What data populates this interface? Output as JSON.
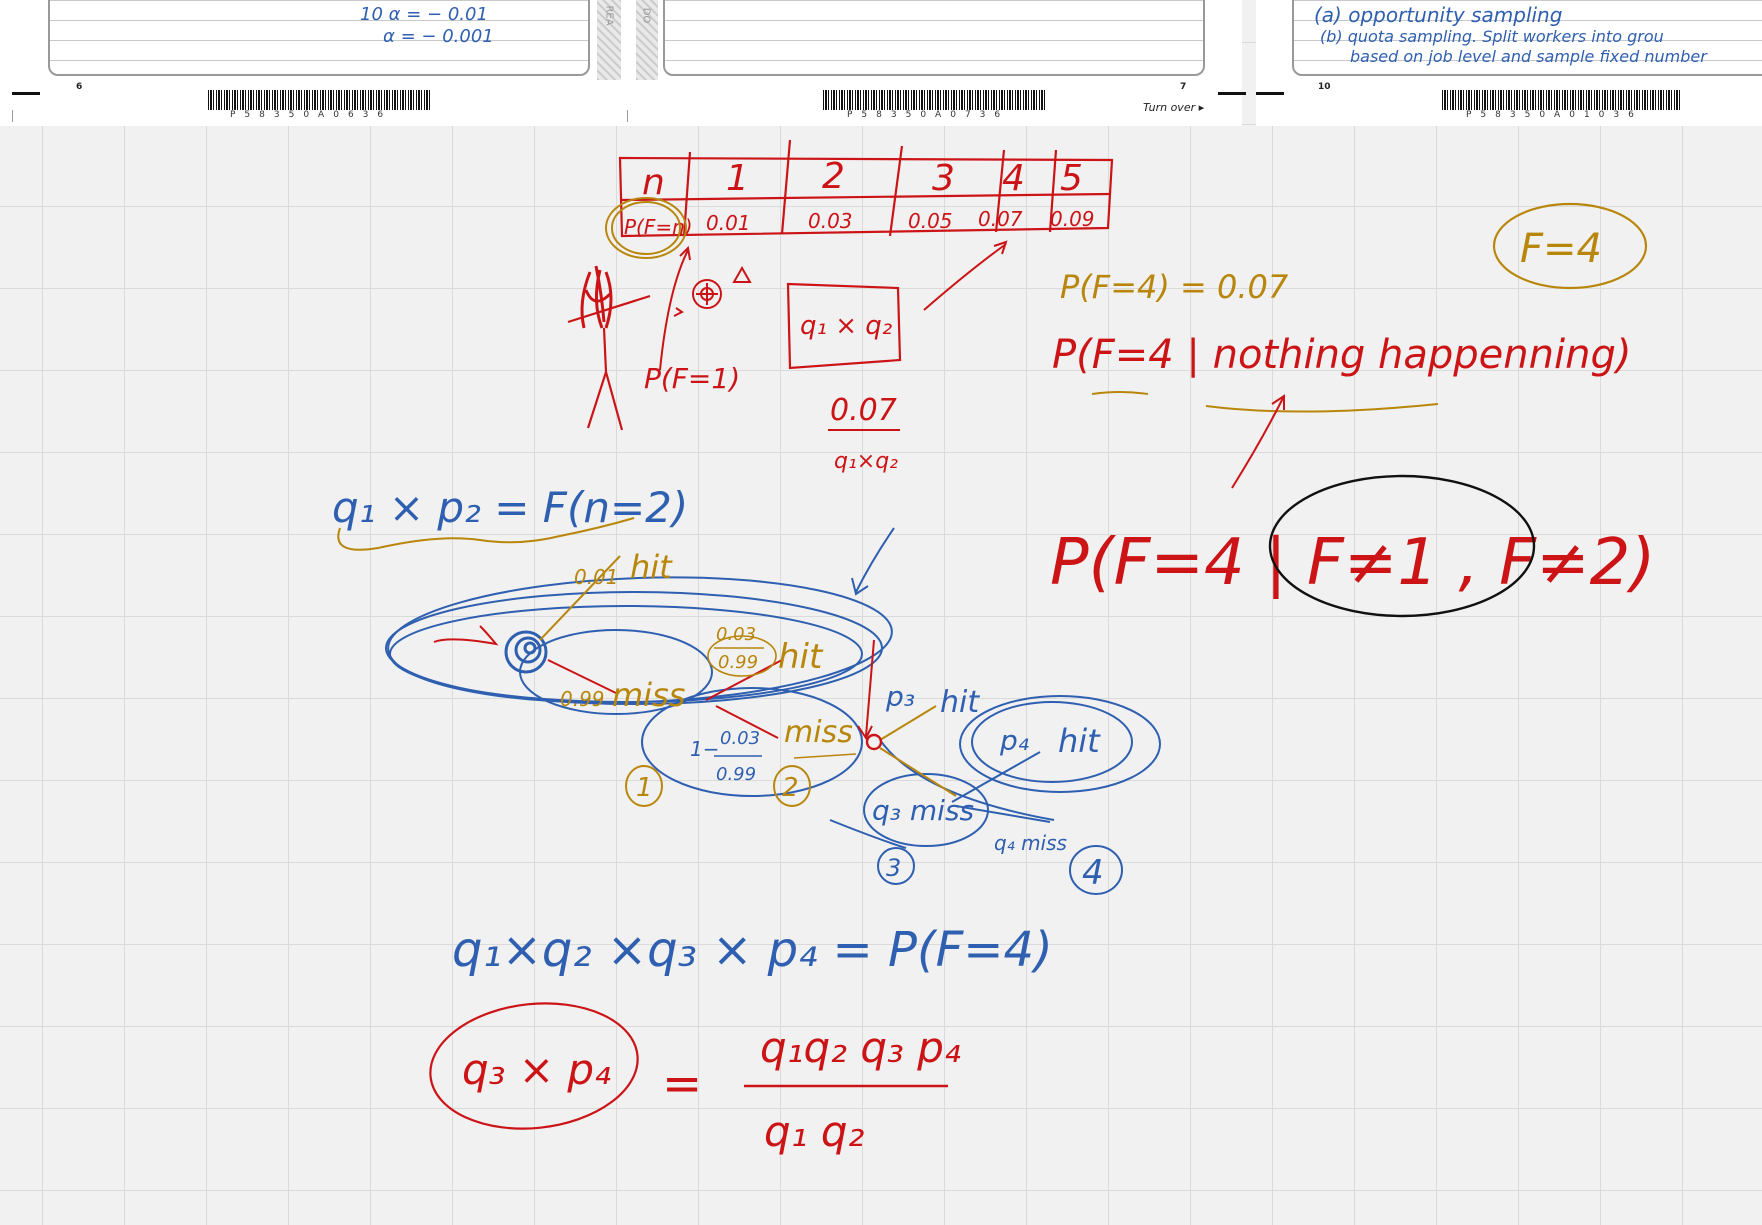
{
  "header": {
    "left_page": {
      "lines": [
        "10 α = − 0.01",
        "α = − 0.001"
      ],
      "page_number": "6",
      "barcode_number": "P58350A0636",
      "hatch_label": "REA"
    },
    "middle_page": {
      "hatch_label": "DO",
      "page_number": "7",
      "barcode_number": "P58350A0736",
      "turn_over": "Turn over"
    },
    "right_page": {
      "lines": [
        "(a) opportunity sampling",
        "(b) quota sampling. Split workers into grou",
        "based on job level and sample fixed number"
      ],
      "page_number": "10",
      "barcode_number": "P58350A01036"
    }
  },
  "notes": {
    "table": {
      "row_n": [
        "n",
        "1",
        "2",
        "3",
        "4",
        "5"
      ],
      "row_p": [
        "P(F=n)",
        "0.01",
        "0.03",
        "0.05",
        "0.07",
        "0.09"
      ]
    },
    "p_f1": "P(F=1)",
    "q1q2_box": "q₁ × q₂",
    "fraction_top": "0.07",
    "fraction_bottom": "q₁×q₂",
    "f_eq_4": "F=4",
    "p_f4": "P(F=4) = 0.07",
    "p_f4_nothing": "P(F=4 | nothing happenning)",
    "p_f4_cond": "P(F=4 | F≠1 , F≠2)",
    "q1p2": "q₁ × p₂ = F(n=2)",
    "tree": {
      "hit1_prob": "0.01",
      "hit1": "hit",
      "miss1_prob": "0.99",
      "miss1": "miss",
      "hit2_prob_num": "0.03",
      "hit2_prob_den": "0.99",
      "hit2": "hit",
      "miss2_prob_prefix": "1−",
      "miss2_prob_num": "0.03",
      "miss2_prob_den": "0.99",
      "miss2": "miss",
      "p3": "p₃",
      "hit3": "hit",
      "q3miss": "q₃ miss",
      "p4": "p₄",
      "hit4": "hit",
      "q4miss": "q₄ miss",
      "n1": "1",
      "n2": "2",
      "n3": "3",
      "n4": "4"
    },
    "eq_q1q2q3p4": "q₁×q₂ ×q₃ × p₄ = P(F=4)",
    "eq_q3p4": "q₃ × p₄",
    "eq_equals": "=",
    "eq_num": "q₁q₂ q₃ p₄",
    "eq_den": "q₁ q₂"
  },
  "colors": {
    "red": "#cc1417",
    "blue": "#2f5fb0",
    "gold": "#b8860b",
    "black": "#111111"
  }
}
